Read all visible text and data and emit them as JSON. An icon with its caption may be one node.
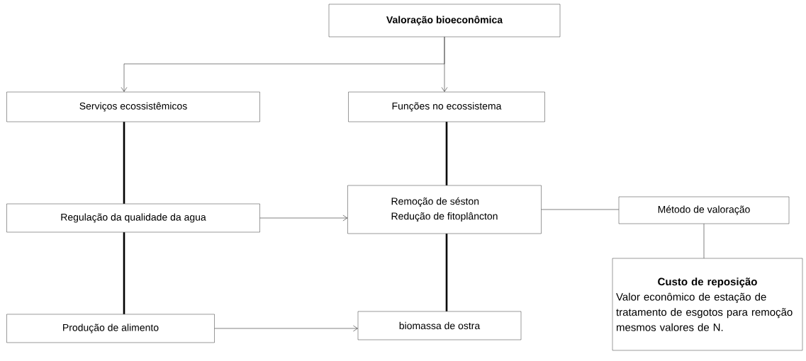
{
  "diagram": {
    "nodes": [
      {
        "text": [
          "Valoração bioeconômica"
        ]
      },
      {
        "text": [
          "Serviços ecossistêmicos"
        ]
      },
      {
        "text": [
          "Funções no ecossistema"
        ]
      },
      {
        "text": [
          "Regulação da qualidade da agua"
        ]
      },
      {
        "text": [
          "Remoção de séston",
          "Redução de fitoplâncton"
        ]
      },
      {
        "text": [
          "Método de valoração"
        ]
      },
      {
        "text": [
          "Custo de reposição",
          "Valor econômico de estação de tratamento de esgotos para remoção mesmos valores de N."
        ]
      },
      {
        "text": [
          "Produção de alimento"
        ]
      },
      {
        "text": [
          "biomassa de ostra"
        ]
      }
    ],
    "edges": [
      {
        "from": 0,
        "to": 1,
        "arrow": "to"
      },
      {
        "from": 0,
        "to": 2,
        "arrow": "to"
      },
      {
        "from": 1,
        "to": 3,
        "arrow": "none",
        "style": "thick"
      },
      {
        "from": 3,
        "to": 7,
        "arrow": "none",
        "style": "thick"
      },
      {
        "from": 2,
        "to": 4,
        "arrow": "none",
        "style": "thick"
      },
      {
        "from": 4,
        "to": 8,
        "arrow": "none",
        "style": "thick"
      },
      {
        "from": 3,
        "to": 4,
        "arrow": "to"
      },
      {
        "from": 7,
        "to": 8,
        "arrow": "to"
      },
      {
        "from": 4,
        "to": 5,
        "arrow": "none"
      },
      {
        "from": 5,
        "to": 6,
        "arrow": "none"
      }
    ]
  }
}
